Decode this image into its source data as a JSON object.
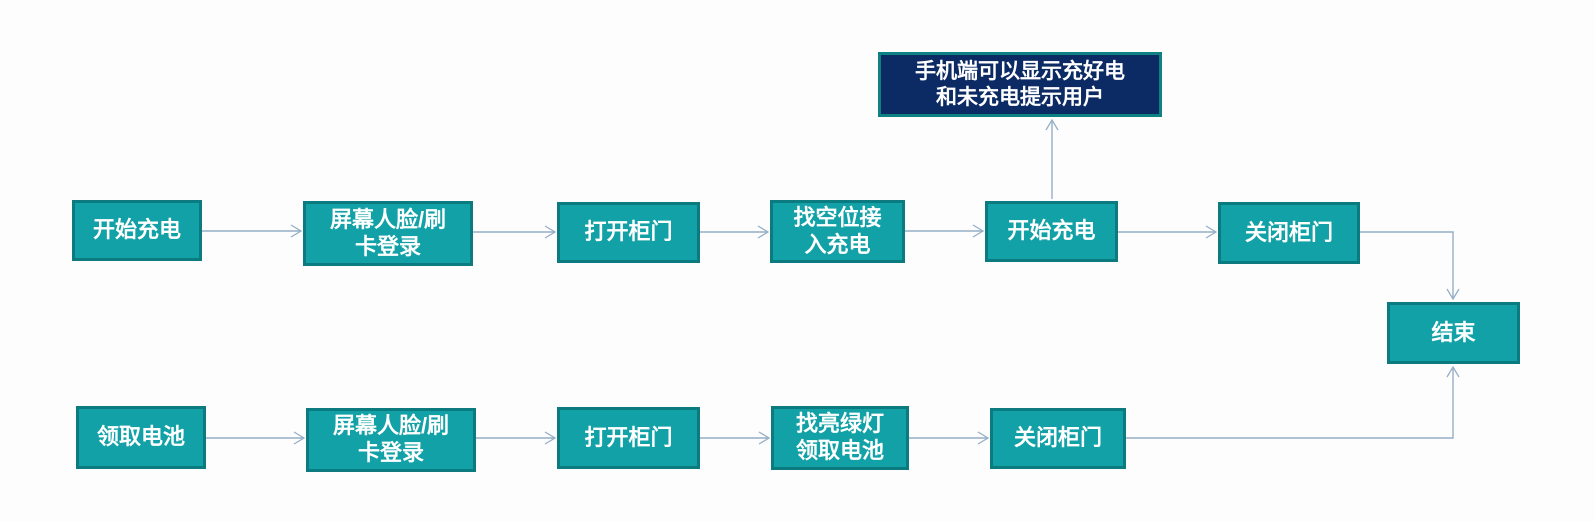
{
  "diagram": {
    "type": "flowchart",
    "colors": {
      "node_fill": "#11a1a6",
      "node_border": "#0b7b80",
      "note_fill": "#0c2a63",
      "note_border": "#0e8183",
      "connector": "#95afc7",
      "text": "#ffffff",
      "background": "#fdfdfd"
    },
    "nodes": {
      "a1": {
        "label": "开始充电"
      },
      "a2": {
        "label": "屏幕人脸/刷\n卡登录"
      },
      "a3": {
        "label": "打开柜门"
      },
      "a4": {
        "label": "找空位接\n入充电"
      },
      "a5": {
        "label": "开始充电"
      },
      "a6": {
        "label": "关闭柜门"
      },
      "end": {
        "label": "结束"
      },
      "b1": {
        "label": "领取电池"
      },
      "b2": {
        "label": "屏幕人脸/刷\n卡登录"
      },
      "b3": {
        "label": "打开柜门"
      },
      "b4": {
        "label": "找亮绿灯\n领取电池"
      },
      "b5": {
        "label": "关闭柜门"
      },
      "note": {
        "label": "手机端可以显示充好电\n和未充电提示用户"
      }
    },
    "edges": [
      {
        "from": "a1",
        "to": "a2"
      },
      {
        "from": "a2",
        "to": "a3"
      },
      {
        "from": "a3",
        "to": "a4"
      },
      {
        "from": "a4",
        "to": "a5"
      },
      {
        "from": "a5",
        "to": "a6"
      },
      {
        "from": "a5",
        "to": "note"
      },
      {
        "from": "a6",
        "to": "end"
      },
      {
        "from": "b1",
        "to": "b2"
      },
      {
        "from": "b2",
        "to": "b3"
      },
      {
        "from": "b3",
        "to": "b4"
      },
      {
        "from": "b4",
        "to": "b5"
      },
      {
        "from": "b5",
        "to": "end"
      }
    ]
  }
}
